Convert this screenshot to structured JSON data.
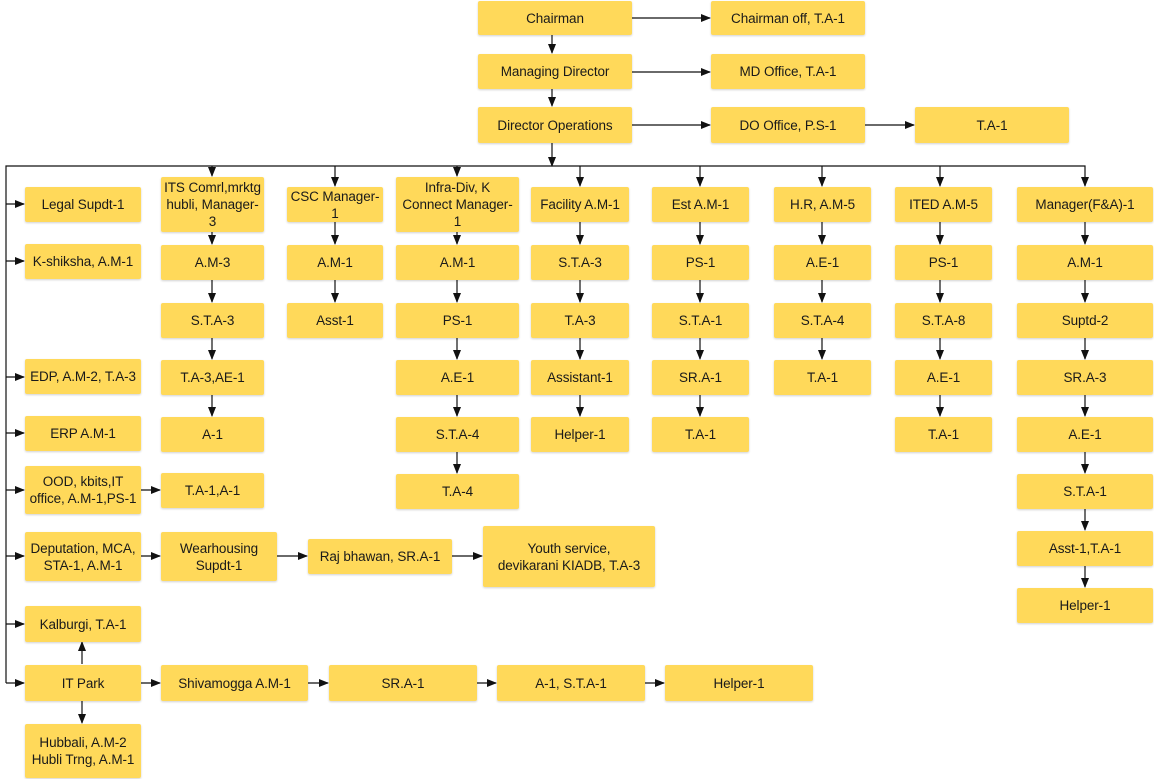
{
  "org_chart": {
    "accent_color": "#FFD95A",
    "line_color": "#111111",
    "nodes": {
      "chairman": "Chairman",
      "chairman_off": "Chairman off, T.A-1",
      "md": "Managing Director",
      "md_office": "MD Office, T.A-1",
      "do": "Director Operations",
      "do_office": "DO Office, P.S-1",
      "do_ta": "T.A-1",
      "legal": "Legal Supdt-1",
      "kshiksha": "K-shiksha, A.M-1",
      "edp": "EDP, A.M-2, T.A-3",
      "erp": "ERP A.M-1",
      "ood": "OOD, kbits,IT office, A.M-1,PS-1",
      "ood_ta": "T.A-1,A-1",
      "deputation": "Deputation, MCA, STA-1, A.M-1",
      "wearhousing": "Wearhousing Supdt-1",
      "rajbhawan": "Raj bhawan, SR.A-1",
      "youth": "Youth service, devikarani KIADB, T.A-3",
      "kalburgi": "Kalburgi, T.A-1",
      "itpark": "IT Park",
      "hubbali": "Hubbali, A.M-2 Hubli Trng, A.M-1",
      "shivamogga": "Shivamogga A.M-1",
      "shiv_sra": "SR.A-1",
      "shiv_a": "A-1, S.T.A-1",
      "shiv_helper": "Helper-1",
      "its": "ITS Comrl,mrktg hubli, Manager-3",
      "its_am": "A.M-3",
      "its_sta": "S.T.A-3",
      "its_ta": "T.A-3,AE-1",
      "its_a": "A-1",
      "csc": "CSC Manager-1",
      "csc_am": "A.M-1",
      "csc_asst": "Asst-1",
      "infra": "Infra-Div, K Connect Manager-1",
      "infra_am": "A.M-1",
      "infra_ps": "PS-1",
      "infra_ae": "A.E-1",
      "infra_sta": "S.T.A-4",
      "infra_ta": "T.A-4",
      "facility": "Facility A.M-1",
      "fac_sta": "S.T.A-3",
      "fac_ta": "T.A-3",
      "fac_asst": "Assistant-1",
      "fac_helper": "Helper-1",
      "est": "Est A.M-1",
      "est_ps": "PS-1",
      "est_sta": "S.T.A-1",
      "est_sra": "SR.A-1",
      "est_ta": "T.A-1",
      "hr": "H.R, A.M-5",
      "hr_ae": "A.E-1",
      "hr_sta": "S.T.A-4",
      "hr_ta": "T.A-1",
      "ited": "ITED A.M-5",
      "ited_ps": "PS-1",
      "ited_sta": "S.T.A-8",
      "ited_ae": "A.E-1",
      "ited_ta": "T.A-1",
      "fa": "Manager(F&A)-1",
      "fa_am": "A.M-1",
      "fa_suptd": "Suptd-2",
      "fa_sra": "SR.A-3",
      "fa_ae": "A.E-1",
      "fa_sta": "S.T.A-1",
      "fa_asst": "Asst-1,T.A-1",
      "fa_helper": "Helper-1"
    }
  }
}
